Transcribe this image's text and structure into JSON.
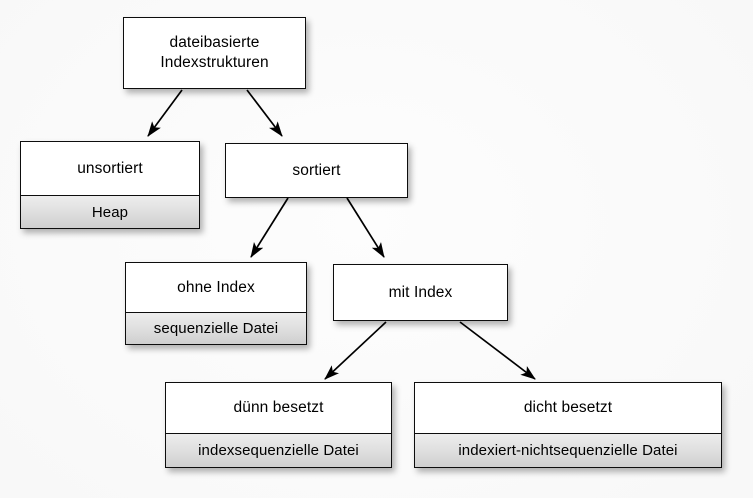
{
  "diagram": {
    "background_color": "#f8f8f8",
    "node_border_color": "#0d0d0d",
    "node_fill_color": "#ffffff",
    "node_sub_fill_color": "#e2e2e2",
    "edge_color": "#000000",
    "nodes": [
      {
        "id": "root",
        "title": "dateibasierte\nIndexstrukturen",
        "title_line1": "dateibasierte",
        "title_line2": "Indexstrukturen",
        "sub": null
      },
      {
        "id": "unsortiert",
        "title": "unsortiert",
        "sub": "Heap"
      },
      {
        "id": "sortiert",
        "title": "sortiert",
        "sub": null
      },
      {
        "id": "ohne-index",
        "title": "ohne Index",
        "sub": "sequenzielle Datei"
      },
      {
        "id": "mit-index",
        "title": "mit Index",
        "sub": null
      },
      {
        "id": "duenn-besetzt",
        "title": "dünn besetzt",
        "sub": "indexsequenzielle Datei"
      },
      {
        "id": "dicht-besetzt",
        "title": "dicht besetzt",
        "sub": "indexiert-nichtsequenzielle Datei"
      }
    ],
    "edges": [
      {
        "from": "root",
        "to": "unsortiert"
      },
      {
        "from": "root",
        "to": "sortiert"
      },
      {
        "from": "sortiert",
        "to": "ohne-index"
      },
      {
        "from": "sortiert",
        "to": "mit-index"
      },
      {
        "from": "mit-index",
        "to": "duenn-besetzt"
      },
      {
        "from": "mit-index",
        "to": "dicht-besetzt"
      }
    ]
  }
}
